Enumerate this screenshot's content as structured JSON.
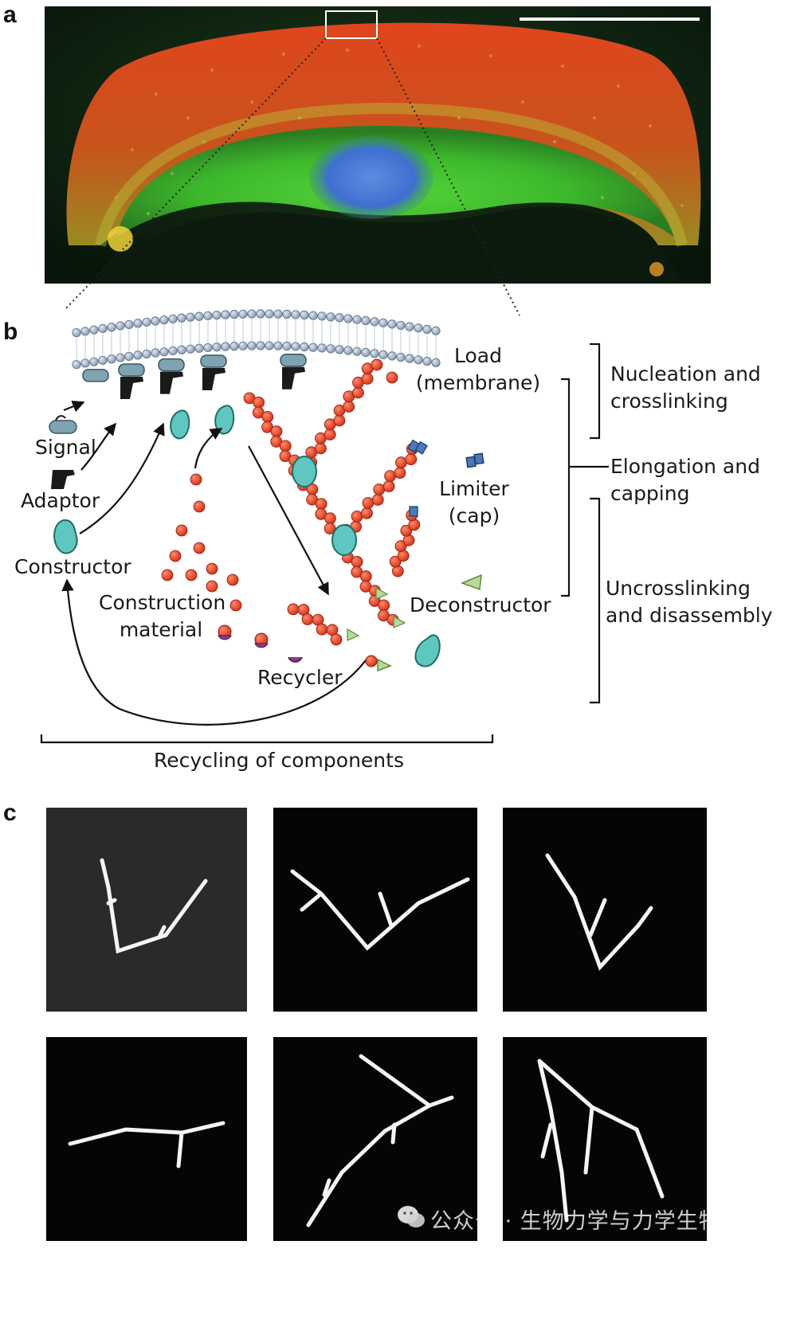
{
  "panels": {
    "a": "a",
    "b": "b",
    "c": "c"
  },
  "diagram": {
    "labels": {
      "load": "Load\n(membrane)",
      "signal": "Signal",
      "adaptor": "Adaptor",
      "constructor": "Constructor",
      "construction_material": "Construction\nmaterial",
      "limiter": "Limiter\n(cap)",
      "deconstructor": "Deconstructor",
      "recycler": "Recycler",
      "recycling": "Recycling of components"
    },
    "stages": {
      "nucleation": "Nucleation and\ncrosslinking",
      "elongation": "Elongation and\ncapping",
      "uncrosslinking": "Uncrosslinking\nand disassembly"
    }
  },
  "watermark": {
    "icon": "wechat-icon",
    "text": "公众号 · 生物力学与力学生物"
  },
  "colors": {
    "actin_subunit": "#e8442c",
    "constructor": "#5fc7c0",
    "adaptor": "#1a1a1a",
    "signal": "#7fa3b0",
    "limiter": "#4a78b8",
    "deconstructor": "#b7d99a",
    "recycler": "#8a3a8c",
    "membrane_head": "#aab8cc"
  }
}
